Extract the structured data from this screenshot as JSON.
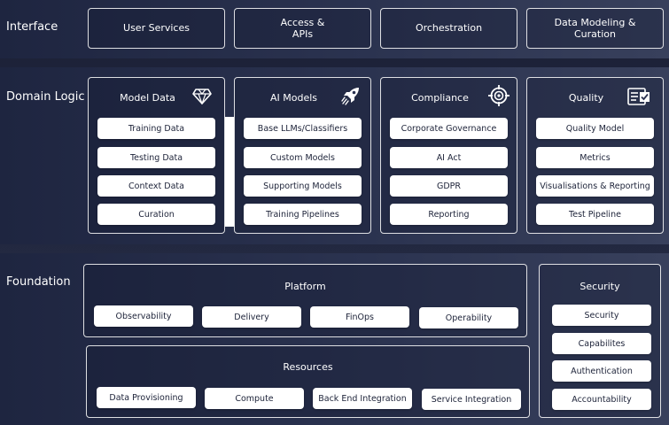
{
  "layers": {
    "interface": "Interface",
    "domain": "Domain Logic",
    "foundation": "Foundation"
  },
  "interface_items": [
    "User Services",
    "Access &\nAPIs",
    "Orchestration",
    "Data Modeling &\nCuration"
  ],
  "domain": [
    {
      "title": "Model Data",
      "icon": "diamond-icon",
      "items": [
        "Training Data",
        "Testing Data",
        "Context Data",
        "Curation"
      ]
    },
    {
      "title": "AI Models",
      "icon": "rocket-icon",
      "items": [
        "Base LLMs/Classifiers",
        "Custom Models",
        "Supporting Models",
        "Training Pipelines"
      ]
    },
    {
      "title": "Compliance",
      "icon": "target-icon",
      "items": [
        "Corporate Governance",
        "AI Act",
        "GDPR",
        "Reporting"
      ]
    },
    {
      "title": "Quality",
      "icon": "checklist-icon",
      "items": [
        "Quality Model",
        "Metrics",
        "Visualisations & Reporting",
        "Test Pipeline"
      ]
    }
  ],
  "foundation": {
    "platform": {
      "title": "Platform",
      "items": [
        "Observability",
        "Delivery",
        "FinOps",
        "Operability"
      ]
    },
    "resources": {
      "title": "Resources",
      "items": [
        "Data Provisioning",
        "Compute",
        "Back End Integration",
        "Service Integration"
      ]
    },
    "security": {
      "title": "Security",
      "items": [
        "Security",
        "Capabilites",
        "Authentication",
        "Accountability"
      ]
    }
  }
}
